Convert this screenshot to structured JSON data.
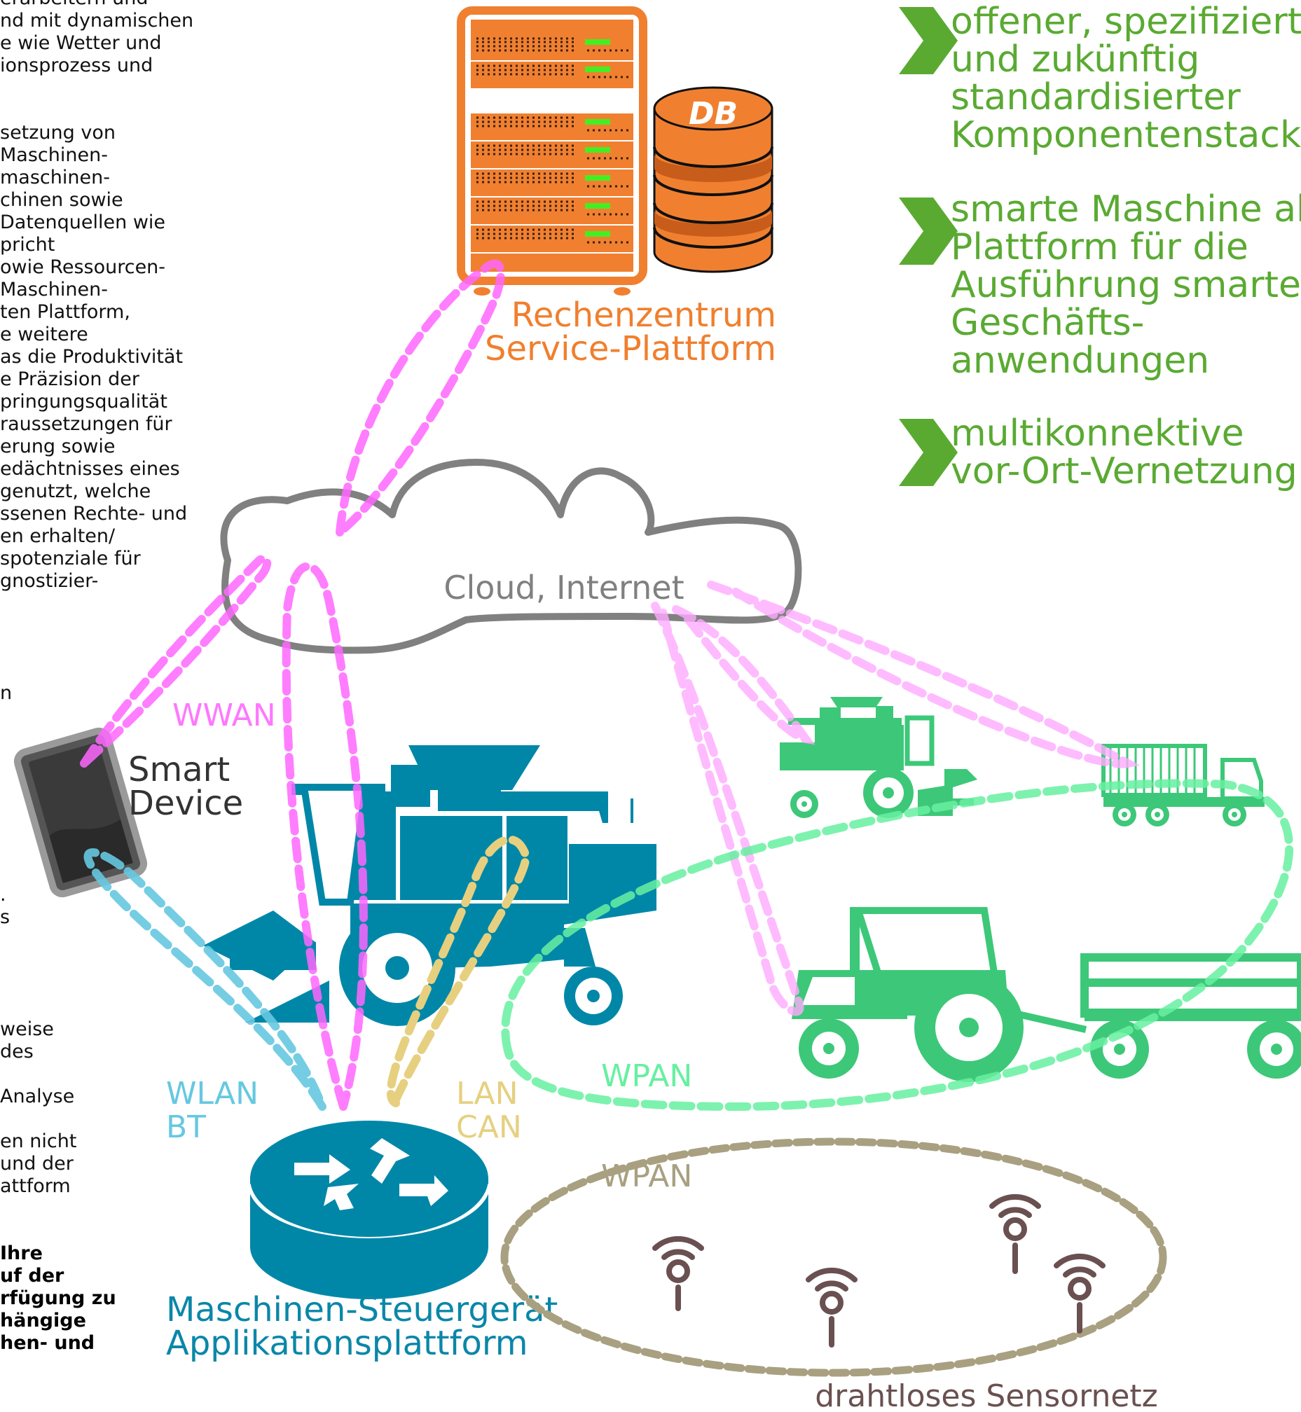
{
  "left_column_lines": [
    "erarbeitern und",
    "nd mit dynamischen",
    "e wie Wetter und",
    "ionsprozess und",
    "setzung von",
    "Maschinen-",
    " maschinen-",
    "chinen sowie",
    "Datenquellen wie",
    "pricht",
    "owie Ressourcen-",
    "Maschinen-",
    "ten Plattform,",
    "e weitere",
    "as die Produktivität",
    "e Präzision der",
    "pringungsqualität",
    "raussetzungen für",
    "erung sowie",
    "edächtnisses eines",
    " genutzt, welche",
    "ssenen Rechte- und",
    "en erhalten/",
    "spotenziale für",
    "gnostizier-",
    "n",
    ".",
    "s",
    "weise",
    "des",
    " Analyse",
    "en nicht",
    " und der",
    "attform"
  ],
  "left_column_bold_lines": [
    "Ihre",
    "uf der",
    "rfügung zu",
    "hängige",
    "hen- und"
  ],
  "datacenter": {
    "db_label": "DB",
    "label_line1": "Rechenzentrum",
    "label_line2": "Service-Plattform",
    "color": "#f08030"
  },
  "features": [
    {
      "lines": [
        "offener, spezifiziert",
        "und zukünftig",
        "standardisierter",
        "Komponentenstack"
      ]
    },
    {
      "lines": [
        "smarte Maschine als",
        "Plattform für die",
        "Ausführung smarter",
        "Geschäfts-",
        "anwendungen"
      ]
    },
    {
      "lines": [
        "multikonnektive",
        "vor-Ort-Vernetzung"
      ]
    }
  ],
  "feature_color": "#5aaa32",
  "cloud": {
    "label": "Cloud, Internet",
    "color": "#808080"
  },
  "smart_device": {
    "line1": "Smart",
    "line2": "Device"
  },
  "connections": {
    "wwan": "WWAN",
    "wlan": "WLAN",
    "bt": "BT",
    "lan": "LAN",
    "can": "CAN",
    "wpan_machines": "WPAN",
    "wpan_sensors": "WPAN"
  },
  "controller": {
    "line1": "Maschinen-Steuergerät",
    "line2": "Applikationsplattform"
  },
  "sensor_network": {
    "label": "drahtloses Sensornetz"
  },
  "colors": {
    "wwan": "#ff66ff",
    "wlan": "#66c8e0",
    "lan": "#e6d080",
    "wpan_green": "#66f0a0",
    "wpan_sensor": "#a8a080",
    "machine_blue": "#0087a8",
    "machine_green": "#3cc878",
    "sensor": "#6a5050",
    "controller_text": "#0a87a8",
    "datacenter_text": "#f07f2e"
  }
}
